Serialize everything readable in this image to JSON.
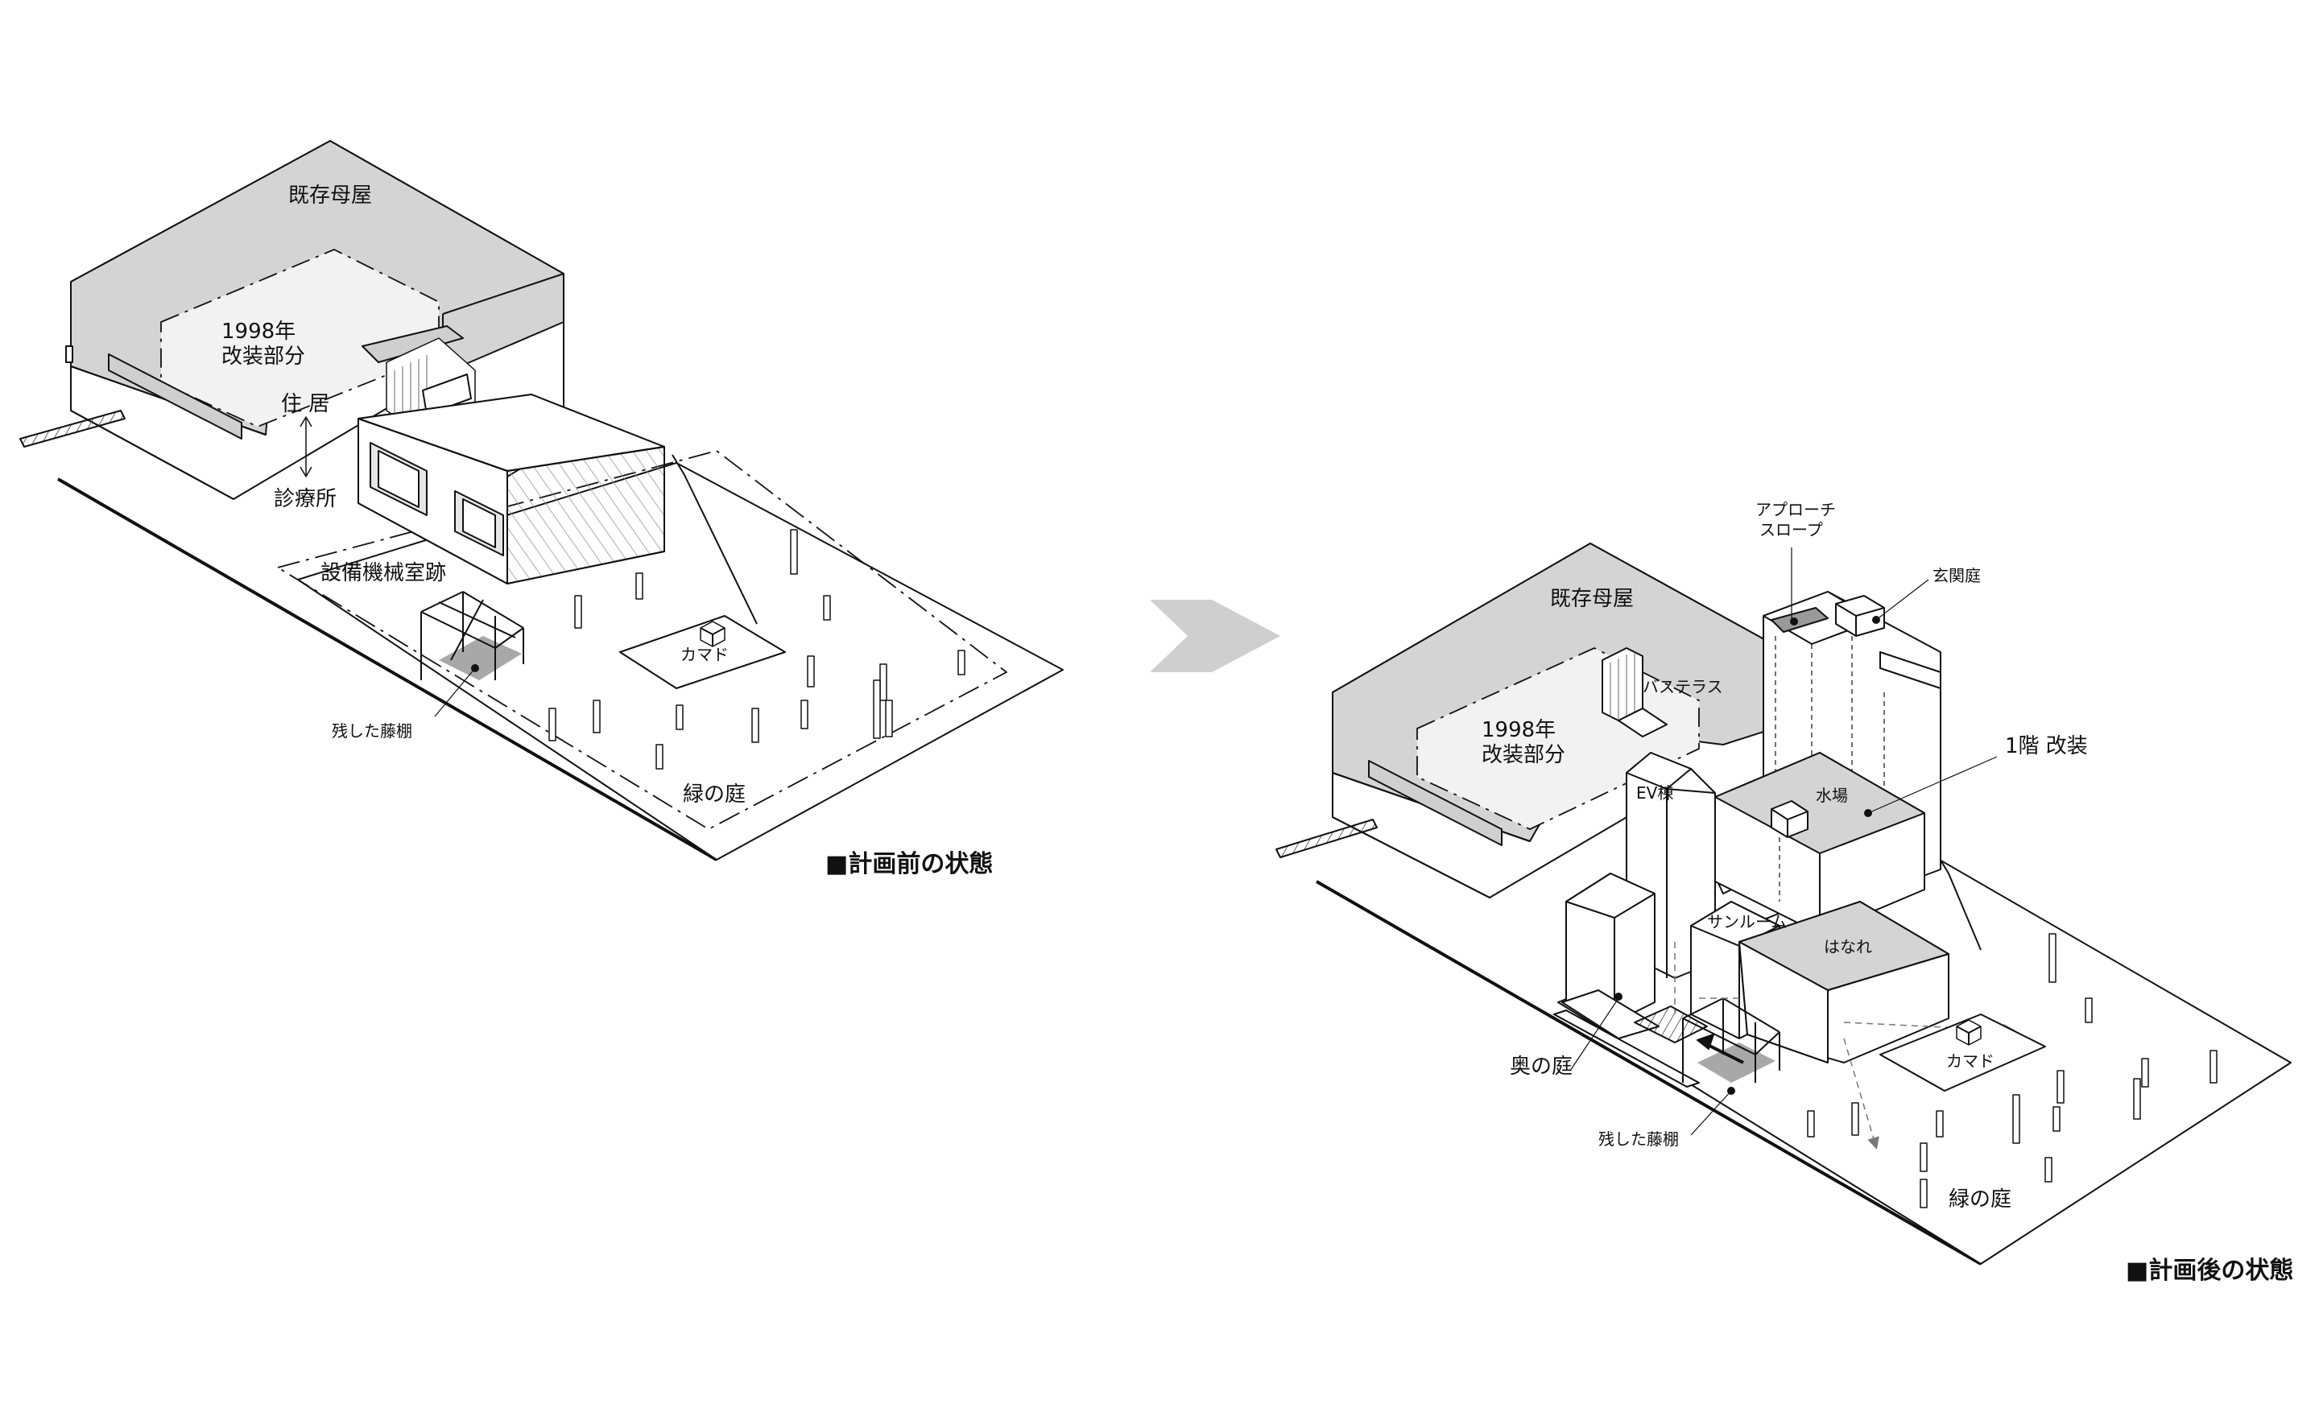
{
  "before": {
    "caption": "■計画前の状態",
    "labels": {
      "existing_main_house": "既存母屋",
      "renovation_year": "1998年",
      "renovation_part": "改装部分",
      "residence": "住 居",
      "clinic": "診療所",
      "equipment_room_trace": "設備機械室跡",
      "kamado": "カマド",
      "wisteria_trellis": "残した藤棚",
      "green_garden": "緑の庭"
    }
  },
  "after": {
    "caption": "■計画後の状態",
    "labels": {
      "existing_main_house": "既存母屋",
      "renovation_year": "1998年",
      "renovation_part": "改装部分",
      "bath_terrace": "バステラス",
      "ev_wing": "EV棟",
      "water_area": "水場",
      "first_floor_renovation": "1階 改装",
      "approach_line1": "アプローチ",
      "approach_line2": "スロープ",
      "entrance_court": "玄関庭",
      "sunroom": "サンルーム",
      "annex": "はなれ",
      "back_garden": "奥の庭",
      "kamado": "カマド",
      "wisteria_trellis": "残した藤棚",
      "green_garden": "緑の庭"
    }
  },
  "colors": {
    "line": "#111111",
    "roof_gray": "#d4d4d4",
    "shadow_gray": "#9a9a9a",
    "arrow_gray": "#cfcfcf"
  }
}
